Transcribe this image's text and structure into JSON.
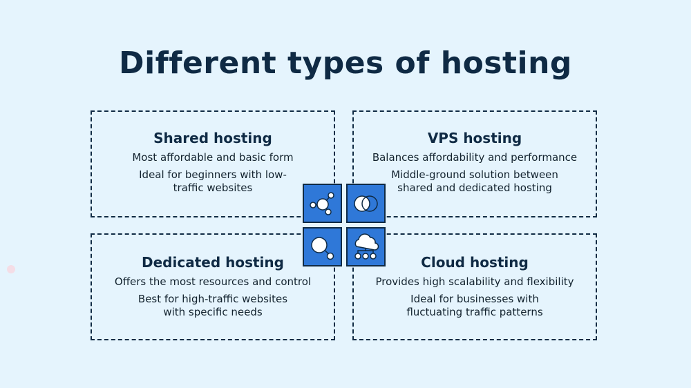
{
  "title": "Different types of hosting",
  "cards": [
    {
      "heading": "Shared hosting",
      "line1": "Most affordable and basic form",
      "line2": "Ideal for beginners with low-traffic websites",
      "icon": "network-nodes-icon"
    },
    {
      "heading": "VPS hosting",
      "line1": "Balances affordability and performance",
      "line2": "Middle-ground solution between shared and dedicated hosting",
      "icon": "overlapping-circles-icon"
    },
    {
      "heading": "Dedicated hosting",
      "line1": "Offers the most resources and control",
      "line2": "Best for high-traffic websites with specific needs",
      "icon": "single-node-icon"
    },
    {
      "heading": "Cloud hosting",
      "line1": "Provides high scalability and flexibility",
      "line2": "Ideal for businesses with fluctuating traffic patterns",
      "icon": "cloud-network-icon"
    }
  ],
  "colors": {
    "background": "#e5f4fd",
    "text": "#0f2a44",
    "tile": "#2f78d8"
  }
}
